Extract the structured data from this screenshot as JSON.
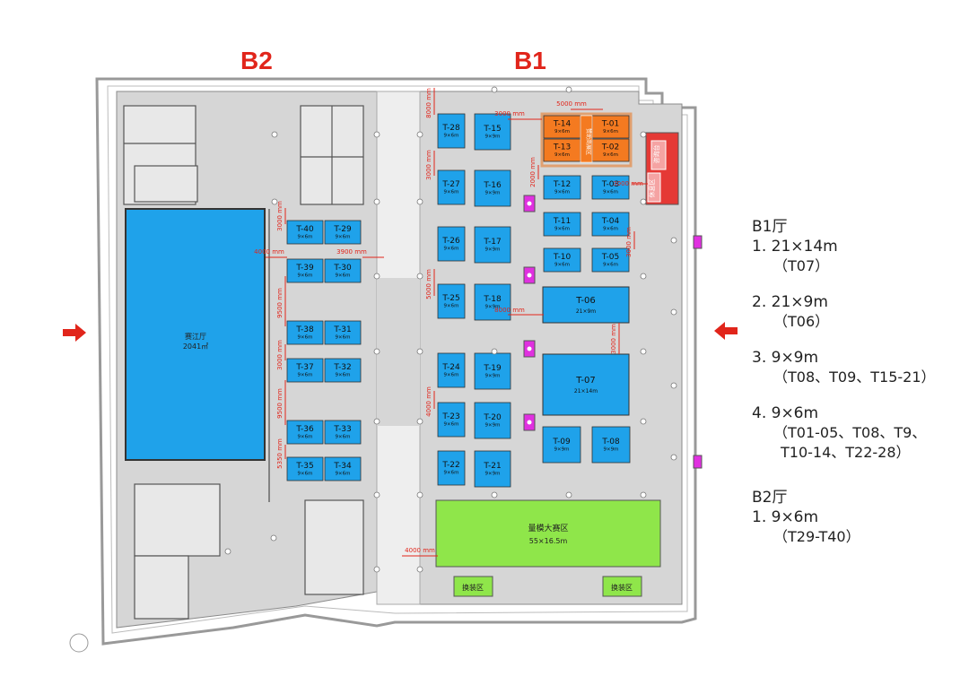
{
  "halls": {
    "b2_label": "B2",
    "b1_label": "B1"
  },
  "main_room": {
    "name": "赛江厅",
    "area": "2041㎡"
  },
  "booths_b2": [
    {
      "id": "T-40",
      "size": "9×6m",
      "col": 0,
      "row": 0
    },
    {
      "id": "T-29",
      "size": "9×6m",
      "col": 1,
      "row": 0
    },
    {
      "id": "T-39",
      "size": "9×6m",
      "col": 0,
      "row": 1
    },
    {
      "id": "T-30",
      "size": "9×6m",
      "col": 1,
      "row": 1
    },
    {
      "id": "T-38",
      "size": "9×6m",
      "col": 0,
      "row": 2
    },
    {
      "id": "T-31",
      "size": "9×6m",
      "col": 1,
      "row": 2
    },
    {
      "id": "T-37",
      "size": "9×6m",
      "col": 0,
      "row": 3
    },
    {
      "id": "T-32",
      "size": "9×6m",
      "col": 1,
      "row": 3
    },
    {
      "id": "T-36",
      "size": "9×6m",
      "col": 0,
      "row": 4
    },
    {
      "id": "T-33",
      "size": "9×6m",
      "col": 1,
      "row": 4
    },
    {
      "id": "T-35",
      "size": "9×6m",
      "col": 0,
      "row": 5
    },
    {
      "id": "T-34",
      "size": "9×6m",
      "col": 1,
      "row": 5
    }
  ],
  "booths_b1_left": [
    {
      "id": "T-28",
      "size": "9×6m"
    },
    {
      "id": "T-15",
      "size": "9×9m"
    },
    {
      "id": "T-27",
      "size": "9×6m"
    },
    {
      "id": "T-16",
      "size": "9×9m"
    },
    {
      "id": "T-26",
      "size": "9×6m"
    },
    {
      "id": "T-17",
      "size": "9×9m"
    },
    {
      "id": "T-25",
      "size": "9×6m"
    },
    {
      "id": "T-18",
      "size": "9×9m"
    },
    {
      "id": "T-24",
      "size": "9×6m"
    },
    {
      "id": "T-19",
      "size": "9×9m"
    },
    {
      "id": "T-23",
      "size": "9×6m"
    },
    {
      "id": "T-20",
      "size": "9×9m"
    },
    {
      "id": "T-22",
      "size": "9×6m"
    },
    {
      "id": "T-21",
      "size": "9×9m"
    }
  ],
  "booths_orange": [
    {
      "id": "T-14",
      "size": "9×6m"
    },
    {
      "id": "T-01",
      "size": "9×6m"
    },
    {
      "id": "T-13",
      "size": "9×6m"
    },
    {
      "id": "T-02",
      "size": "9×6m"
    }
  ],
  "booths_b1_right": [
    {
      "id": "T-12",
      "size": "9×6m"
    },
    {
      "id": "T-03",
      "size": "9×6m"
    },
    {
      "id": "T-11",
      "size": "9×6m"
    },
    {
      "id": "T-04",
      "size": "9×6m"
    },
    {
      "id": "T-10",
      "size": "9×6m"
    },
    {
      "id": "T-05",
      "size": "9×6m"
    },
    {
      "id": "T-09",
      "size": "9×9m"
    },
    {
      "id": "T-08",
      "size": "9×9m"
    }
  ],
  "booth_t06": {
    "id": "T-06",
    "size": "21×9m"
  },
  "booth_t07": {
    "id": "T-07",
    "size": "21×14m"
  },
  "orange_mid_label": "赞助商展区",
  "red_service": {
    "top": "咨询台",
    "bottom": "休息区"
  },
  "green_arena": {
    "name": "量模大赛区",
    "size": "55×16.5m"
  },
  "change_area": "换装区",
  "dimensions": [
    "3000 mm",
    "4000 mm",
    "3900 mm",
    "9500 mm",
    "3000 mm",
    "9500 mm",
    "5350 mm",
    "8000 mm",
    "3000 mm",
    "5000 mm",
    "3000 mm",
    "2000 mm",
    "3000 mm",
    "5000 mm",
    "8000 mm",
    "3000 mm",
    "3000 mm",
    "4000 mm"
  ],
  "legend": {
    "b1_header": "B1厅",
    "b1_items": [
      {
        "head": "1.  21×14m",
        "detail": "（T07）"
      },
      {
        "head": "2.  21×9m",
        "detail": "（T06）"
      },
      {
        "head": "3.  9×9m",
        "detail": "（T08、T09、T15-21）"
      },
      {
        "head": "4.  9×6m",
        "detail": "（T01-05、T08、T9、",
        "detail2": "T10-14、T22-28）"
      }
    ],
    "b2_header": "B2厅",
    "b2_items": [
      {
        "head": "1.  9×6m",
        "detail": "（T29-T40）"
      }
    ]
  },
  "colors": {
    "booth_blue": "#1fa2ea",
    "orange": "#f47a20",
    "red": "#e53935",
    "green": "#8fe64a",
    "magenta": "#e030e0",
    "floor": "#d6d6d6",
    "arrow": "#e1251b"
  }
}
